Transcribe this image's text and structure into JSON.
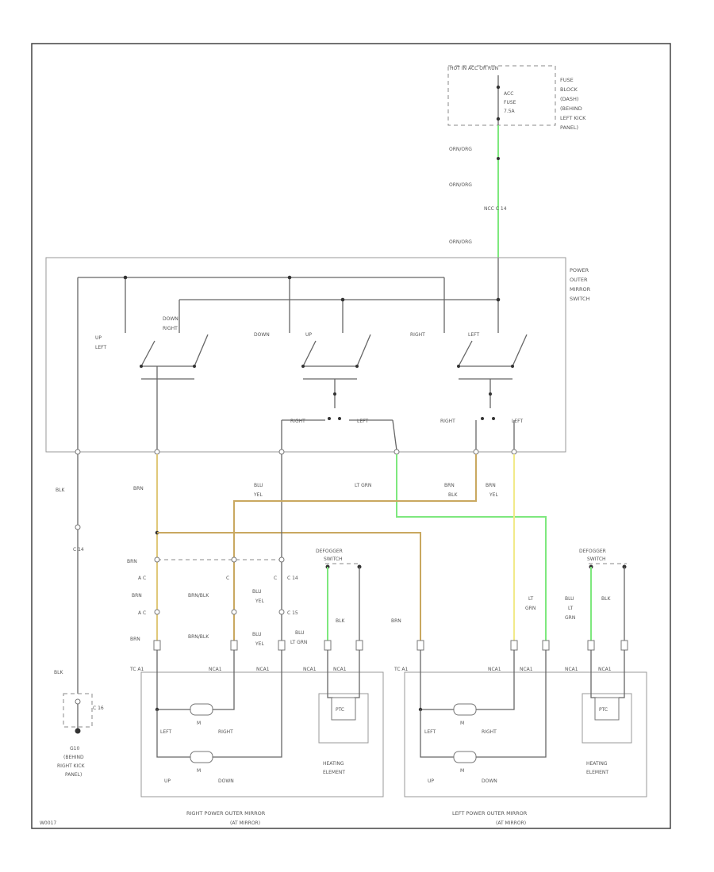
{
  "fuse_block": {
    "header": "HOT IN ACC OR RUN",
    "fuse_lines": [
      "ACC",
      "FUSE",
      "7.5A"
    ],
    "location": [
      "FUSE",
      "BLOCK",
      "(DASH)",
      "(BEHIND",
      "LEFT KICK",
      "PANEL)"
    ]
  },
  "feed_wires": {
    "w1": "ORN/ORG",
    "w2": "ORN/ORG",
    "connector": "NCC C 14",
    "w3": "ORN/ORG"
  },
  "switch": {
    "title": [
      "POWER",
      "OUTER",
      "MIRROR",
      "SWITCH"
    ],
    "left_group": [
      "UP",
      "LEFT"
    ],
    "down_right": [
      "DOWN",
      "RIGHT"
    ],
    "mid_down": "DOWN",
    "mid_up": "UP",
    "right_label": "RIGHT",
    "left_label": "LEFT",
    "sel1_right": "RIGHT",
    "sel1_left": "LEFT",
    "sel2_right": "RIGHT",
    "sel2_left": "LEFT"
  },
  "wire_colors": {
    "blk": "BLK",
    "brn1": "BRN",
    "blu_yel": [
      "BLU",
      "YEL"
    ],
    "lt_grn": "LT GRN",
    "brn_blk": [
      "BRN",
      "BLK"
    ],
    "brn_yel": [
      "BRN",
      "YEL"
    ]
  },
  "left_area": {
    "c14": "C 14",
    "blk2": "BLK",
    "ground_conn": "C 16",
    "ground_label": [
      "G10",
      "(BEHIND",
      "RIGHT KICK",
      "PANEL)"
    ]
  },
  "right_harness": {
    "brn_a": "BRN",
    "ac": "A C",
    "brn_b": "BRN",
    "a_c": "A C",
    "brn_c": "BRN",
    "c1": "C",
    "c2": "C",
    "c14": "C 14",
    "brn_blk": "BRN/BLK",
    "brn_blk2": "BRN/BLK",
    "blu_yel": [
      "BLU",
      "YEL"
    ],
    "c15": "C 15",
    "blu_yel2": [
      "BLU",
      "YEL"
    ],
    "defogger": [
      "DEFOGGER",
      "SWITCH"
    ],
    "blk_def": "BLK",
    "blu_lt_grn": [
      "BLU",
      "LT GRN"
    ],
    "brn": "BRN"
  },
  "left_harness": {
    "lt_grn": [
      "LT",
      "GRN"
    ],
    "defogger": [
      "DEFOGGER",
      "SWITCH"
    ],
    "blu_lt_grn": [
      "BLU",
      "LT",
      "GRN"
    ],
    "blk": "BLK"
  },
  "pins": {
    "r1": "TC A1",
    "r2": "NCA1",
    "r3": "NCA1",
    "r4": "NCA1",
    "r5": "NCA1",
    "l1": "TC A1",
    "l2": "NCA1",
    "l3": "NCA1",
    "l4": "NCA1",
    "l5": "NCA1"
  },
  "right_mirror": {
    "motor_lr": "M",
    "left": "LEFT",
    "right": "RIGHT",
    "motor_ud": "M",
    "up": "UP",
    "down": "DOWN",
    "heater_inner": "PTC",
    "heating": [
      "HEATING",
      "ELEMENT"
    ],
    "title": "RIGHT POWER OUTER MIRROR",
    "subtitle": "(AT MIRROR)"
  },
  "left_mirror": {
    "motor_lr": "M",
    "left": "LEFT",
    "right": "RIGHT",
    "motor_ud": "M",
    "up": "UP",
    "down": "DOWN",
    "heater_inner": "PTC",
    "heating": [
      "HEATING",
      "ELEMENT"
    ],
    "title": "LEFT POWER OUTER MIRROR",
    "subtitle": "(AT MIRROR)"
  },
  "footer_code": "W0017",
  "colors": {
    "green": "#7ee87e",
    "brown_yellow": "#e0c87a",
    "yellow": "#f2ea8a",
    "tan": "#c9a860"
  }
}
